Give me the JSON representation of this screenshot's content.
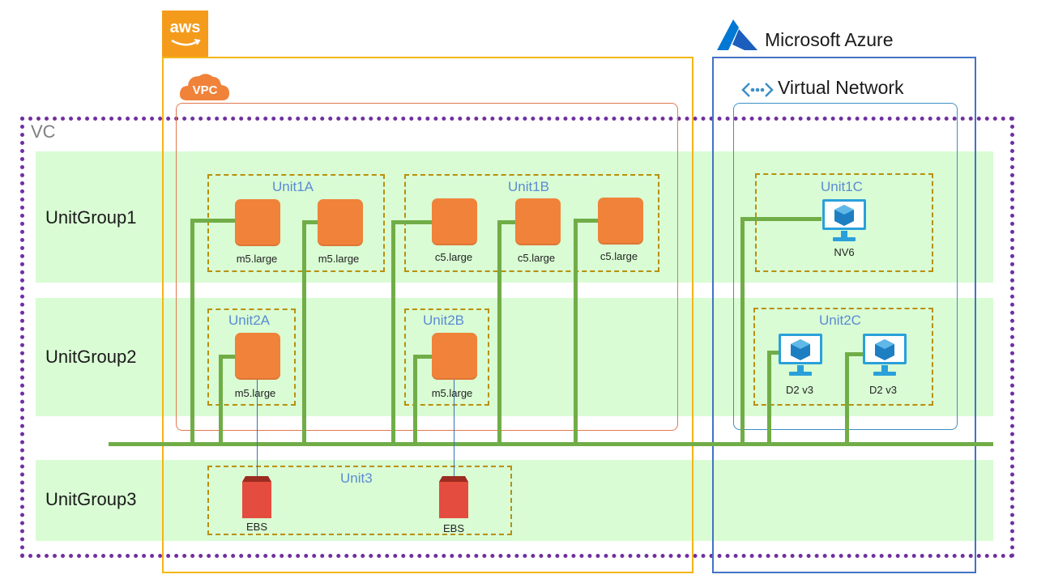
{
  "vc_label": "VC",
  "groups": {
    "g1": "UnitGroup1",
    "g2": "UnitGroup2",
    "g3": "UnitGroup3"
  },
  "aws": {
    "logo_text": "aws",
    "vpc_label": "VPC"
  },
  "azure": {
    "title": "Microsoft Azure",
    "vnet_title": "Virtual Network"
  },
  "units": {
    "unit1a": "Unit1A",
    "unit1b": "Unit1B",
    "unit1c": "Unit1C",
    "unit2a": "Unit2A",
    "unit2b": "Unit2B",
    "unit2c": "Unit2C",
    "unit3": "Unit3"
  },
  "instances": {
    "u1a_1": "m5.large",
    "u1a_2": "m5.large",
    "u1b_1": "c5.large",
    "u1b_2": "c5.large",
    "u1b_3": "c5.large",
    "u2a_1": "m5.large",
    "u2b_1": "m5.large",
    "u1c_1": "NV6",
    "u2c_1": "D2 v3",
    "u2c_2": "D2 v3",
    "ebs_1": "EBS",
    "ebs_2": "EBS"
  },
  "colors": {
    "aws_border": "#f5b517",
    "vpc_border": "#e07850",
    "azure_border": "#4472c4",
    "vnet_border": "#3c8fc4",
    "vc_border": "#7030a0",
    "band": "#d9fcd4",
    "ec2": "#f0823a",
    "ebs": "#e34c3e",
    "network_line": "#71ad47",
    "azure_vm": "#2aa0da"
  }
}
